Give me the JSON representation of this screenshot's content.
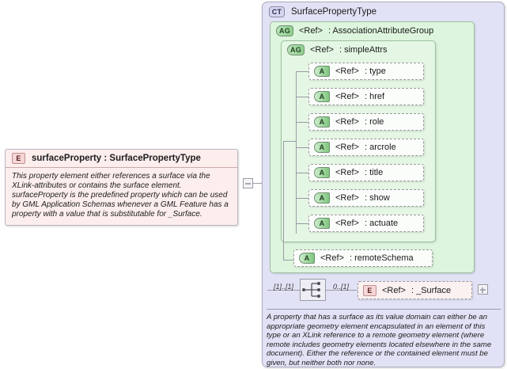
{
  "element": {
    "icon": "element-icon",
    "badge": "E",
    "title": "surfaceProperty  :  SurfacePropertyType",
    "documentation": "This property element either references a surface via the XLink-attributes or contains the surface element. surfaceProperty is the predefined property which can be used by GML Application Schemas whenever a GML Feature has a property with a value that is substitutable for _Surface."
  },
  "connector": {
    "collapse_icon": "minus-icon"
  },
  "complex_type": {
    "badge": "CT",
    "title": "SurfacePropertyType",
    "documentation": "A property that has a surface as its value domain can either be an appropriate geometry element encapsulated in an element of this type or an XLink reference to a remote geometry element (where remote includes geometry elements located elsewhere in the same document). Either the reference or the contained element must be given, but neither both nor none."
  },
  "attribute_group_outer": {
    "badge": "AG",
    "ref": "<Ref>",
    "name": ": AssociationAttributeGroup"
  },
  "attribute_group_inner": {
    "badge": "AG",
    "ref": "<Ref>",
    "name": ": simpleAttrs"
  },
  "attributes": [
    {
      "badge": "A",
      "ref": "<Ref>",
      "name": ": type"
    },
    {
      "badge": "A",
      "ref": "<Ref>",
      "name": ": href"
    },
    {
      "badge": "A",
      "ref": "<Ref>",
      "name": ": role"
    },
    {
      "badge": "A",
      "ref": "<Ref>",
      "name": ": arcrole"
    },
    {
      "badge": "A",
      "ref": "<Ref>",
      "name": ": title"
    },
    {
      "badge": "A",
      "ref": "<Ref>",
      "name": ": show"
    },
    {
      "badge": "A",
      "ref": "<Ref>",
      "name": ": actuate"
    }
  ],
  "attribute_remote": {
    "badge": "A",
    "ref": "<Ref>",
    "name": ": remoteSchema"
  },
  "sequence": {
    "icon": "sequence-icon",
    "cardinality_left": "[1]..[1]",
    "cardinality_right": "0..[1]"
  },
  "surface_ref": {
    "badge": "E",
    "ref": "<Ref>",
    "name": ": _Surface",
    "expand_icon": "plus-icon"
  },
  "colors": {
    "complex_type_fill": "#e2e2f6",
    "attribute_group_fill": "#ddf4dd",
    "element_fill": "#fdeeee",
    "line": "#9a9aa6"
  }
}
